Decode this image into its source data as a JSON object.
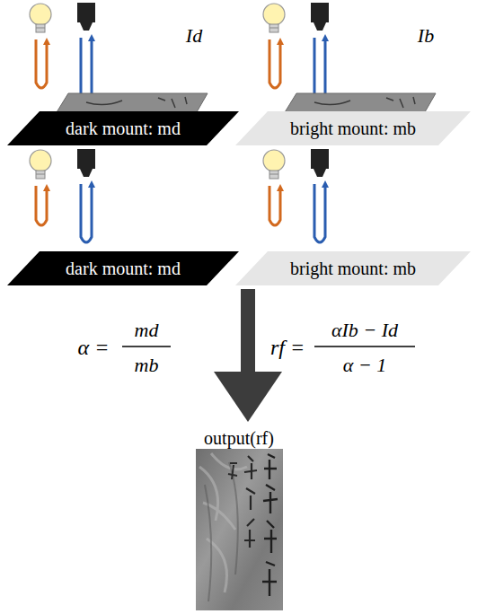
{
  "diagram": {
    "nodes": [
      {
        "text": [
          "dark mount: md"
        ]
      },
      {
        "text": [
          "bright mount: mb"
        ]
      },
      {
        "text": [
          "dark mount: md"
        ]
      },
      {
        "text": [
          "bright mount: mb"
        ]
      }
    ],
    "labels": [
      "Id",
      "Ib",
      "α =",
      "md",
      "mb",
      "rf =",
      "αIb − Id",
      "α − 1",
      "output(rf)"
    ]
  }
}
